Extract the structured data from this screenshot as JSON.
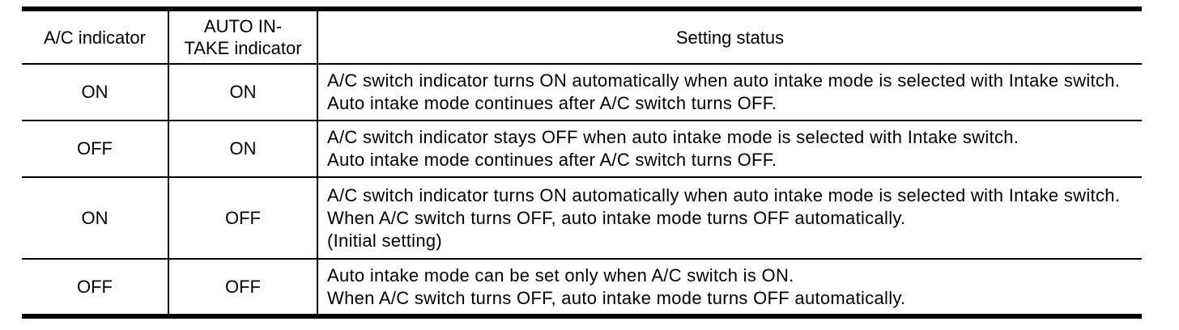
{
  "header": {
    "col1": "A/C indicator",
    "col2_line1": "AUTO IN-",
    "col2_line2": "TAKE indicator",
    "col3": "Setting status"
  },
  "rows": [
    {
      "ac": "ON",
      "intake": "ON",
      "status": [
        "A/C switch indicator turns ON automatically when auto intake mode is selected with Intake switch.",
        "Auto intake mode continues after A/C switch turns OFF."
      ]
    },
    {
      "ac": "OFF",
      "intake": "ON",
      "status": [
        "A/C switch indicator stays OFF when auto intake mode is selected with Intake switch.",
        "Auto intake mode continues after A/C switch turns OFF."
      ]
    },
    {
      "ac": "ON",
      "intake": "OFF",
      "status": [
        "A/C switch indicator turns ON automatically when auto intake mode is selected with Intake switch.",
        "When A/C switch turns OFF, auto intake mode turns OFF automatically.",
        "(Initial setting)"
      ]
    },
    {
      "ac": "OFF",
      "intake": "OFF",
      "status": [
        "Auto intake mode can be set only when A/C switch is ON.",
        "When A/C switch turns OFF, auto intake mode turns OFF automatically."
      ]
    }
  ],
  "colors": {
    "border": "#000000",
    "text": "#000000",
    "background": "#ffffff"
  }
}
